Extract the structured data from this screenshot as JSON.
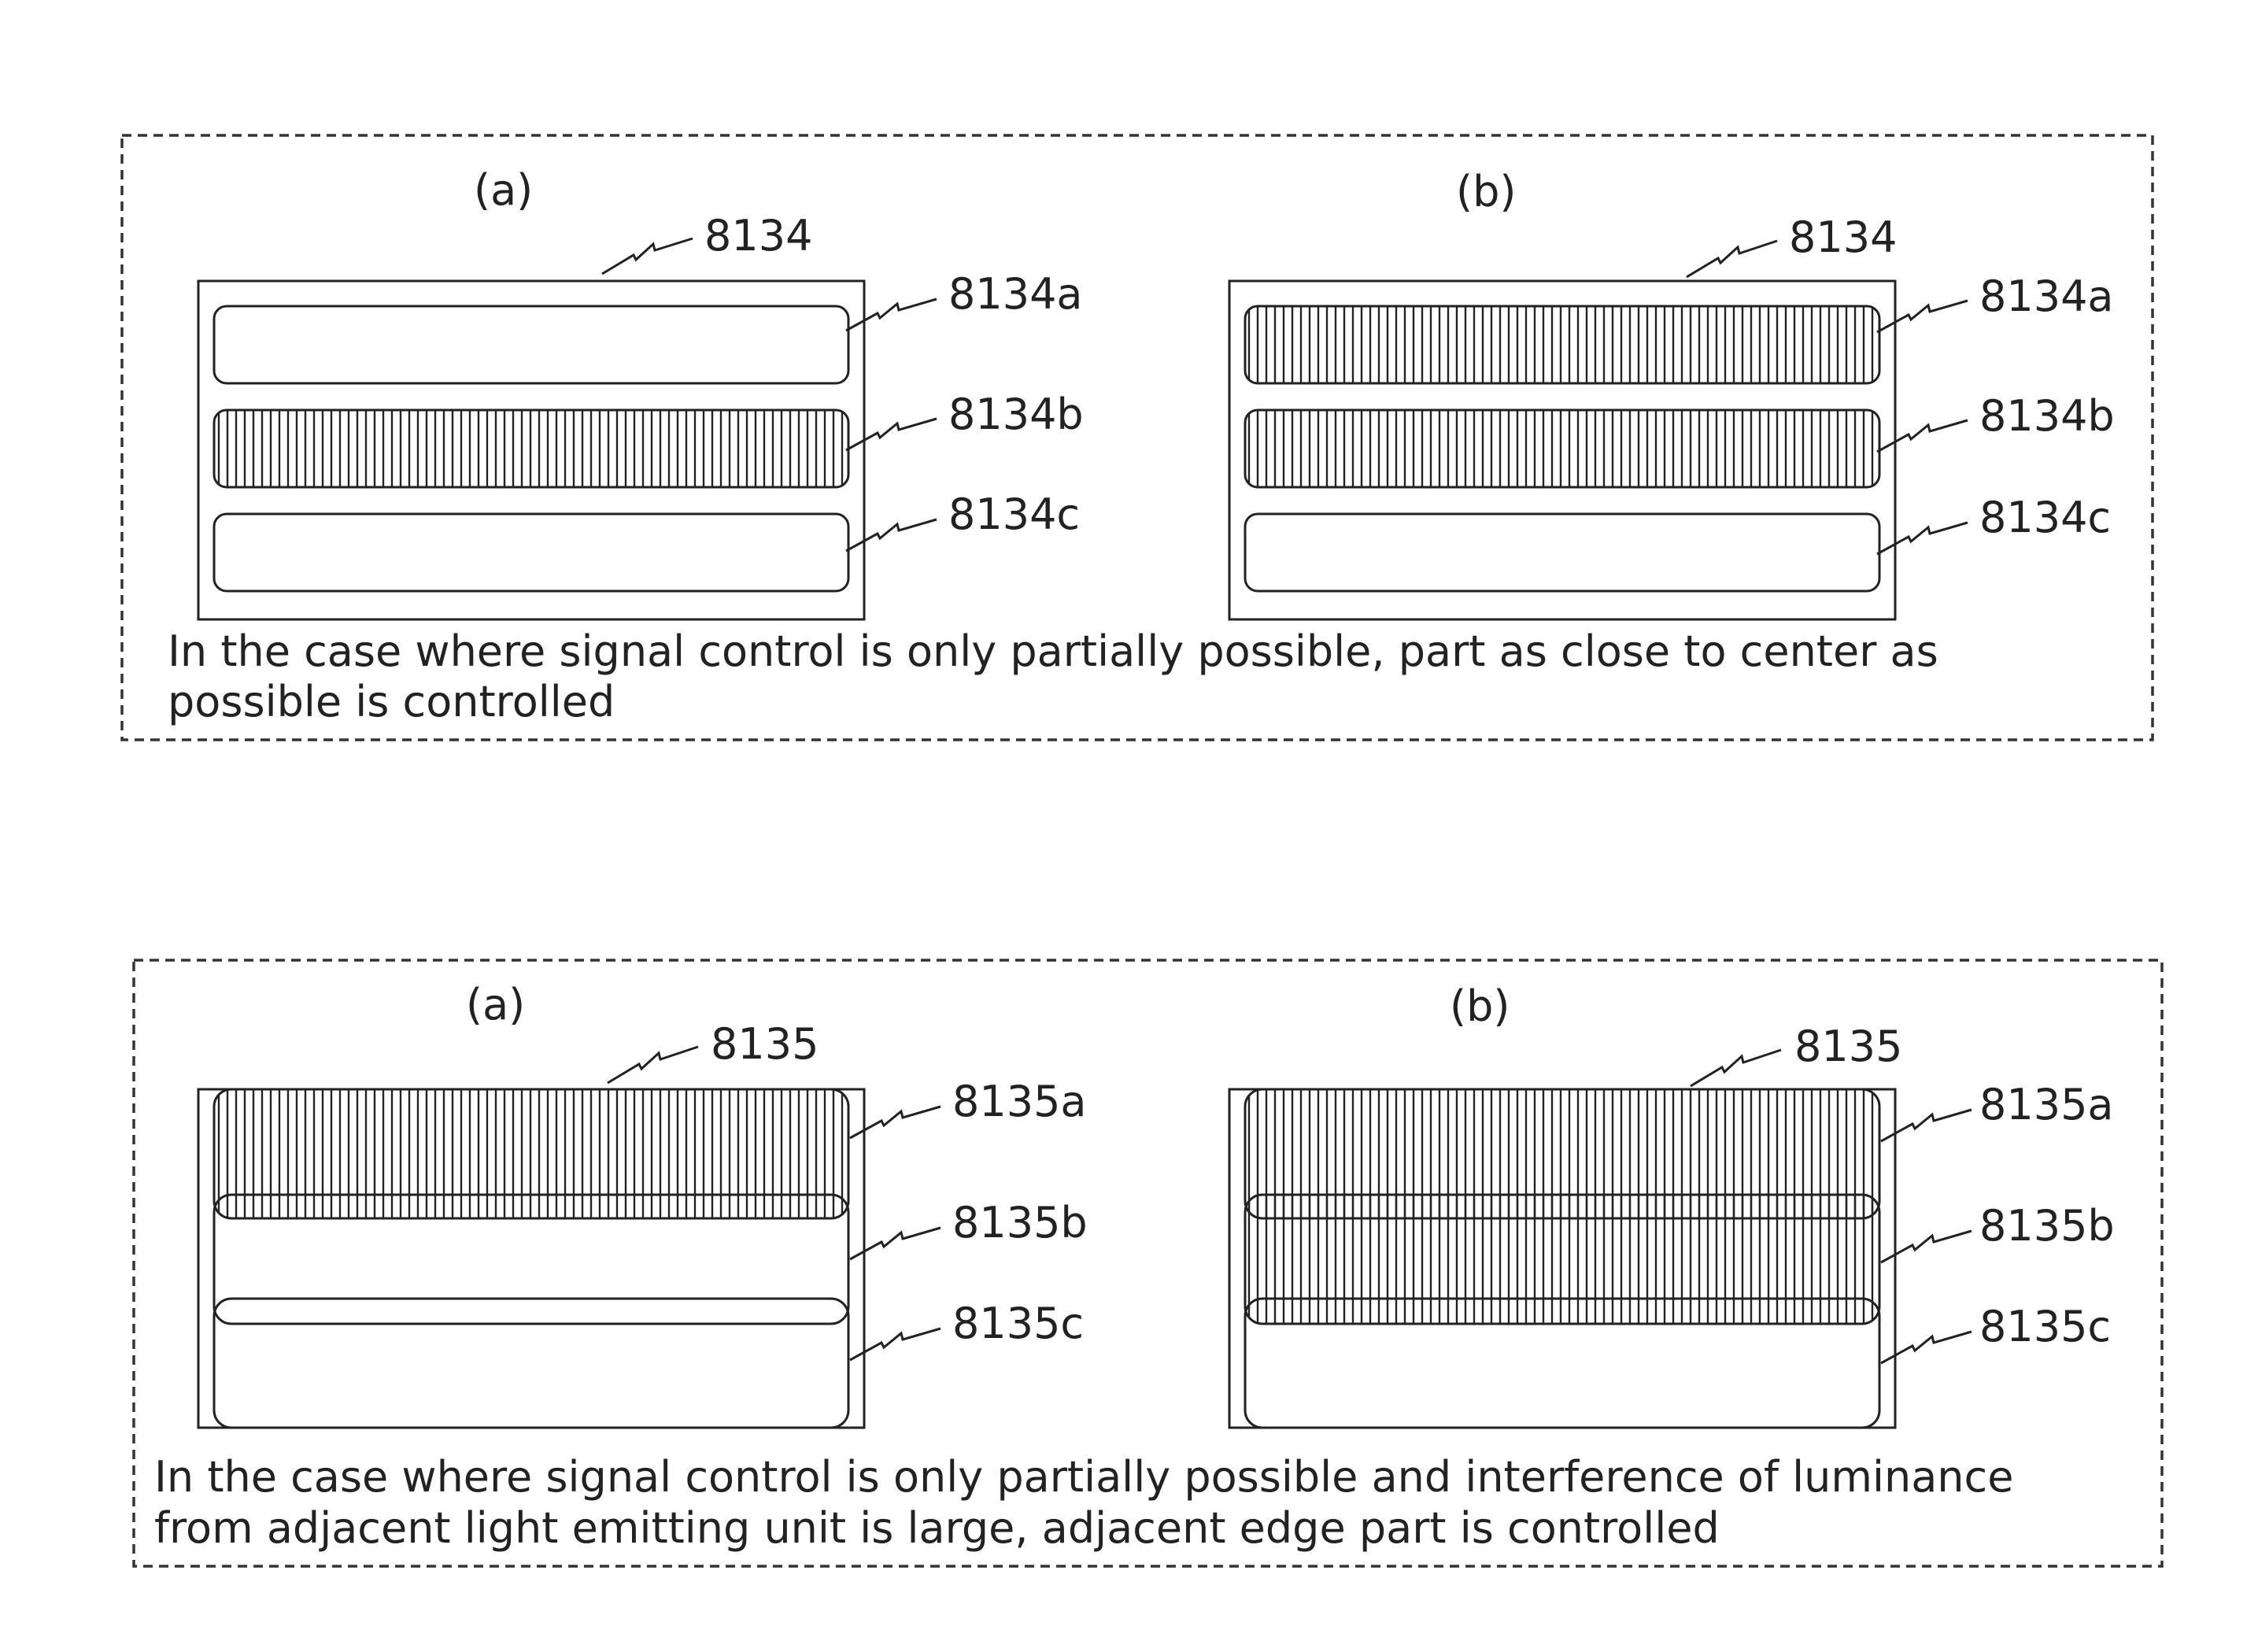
{
  "panel_top": {
    "sub_a": "(a)",
    "sub_b": "(b)",
    "ref_main": "8134",
    "ref_a": "8134a",
    "ref_b": "8134b",
    "ref_c": "8134c",
    "caption_1": "In the case where signal control is only partially possible, part as close to center as",
    "caption_2": "possible is controlled",
    "a_filled": [
      "8134b"
    ],
    "b_filled": [
      "8134a",
      "8134b"
    ]
  },
  "panel_bottom": {
    "sub_a": "(a)",
    "sub_b": "(b)",
    "ref_main": "8135",
    "ref_a": "8135a",
    "ref_b": "8135b",
    "ref_c": "8135c",
    "caption_1": "In the case where signal control is only partially possible and interference of luminance",
    "caption_2": "from adjacent light emitting unit is large, adjacent edge part is controlled",
    "a_filled": [
      "8135a"
    ],
    "b_filled": [
      "8135a",
      "8135b"
    ]
  },
  "colors": {
    "ink": "#222222",
    "background": "#ffffff"
  }
}
